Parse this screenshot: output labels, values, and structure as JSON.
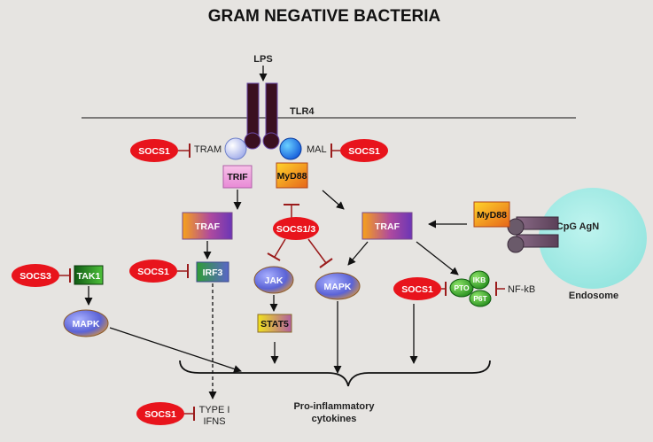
{
  "title": "GRAM NEGATIVE BACTERIA",
  "ligand": "LPS",
  "receptor": "TLR4",
  "adaptors": {
    "tram": "TRAM",
    "mal": "MAL",
    "trif": "TRIF",
    "myd88": "MyD88",
    "myd88_endosome": "MyD88"
  },
  "nodes": {
    "traf_left": "TRAF",
    "irf3": "IRF3",
    "traf_right": "TRAF",
    "jak": "JAK",
    "stat5": "STAT5",
    "mapk_center": "MAPK",
    "tak1": "TAK1",
    "mapk_left": "MAPK",
    "pto": "PTO",
    "ikb": "IKB",
    "p6t": "P6T",
    "nfkb": "NF-kB"
  },
  "socs": {
    "tram": "SOCS1",
    "mal": "SOCS1",
    "irf3": "SOCS1",
    "tak1": "SOCS3",
    "center": "SOCS1/3",
    "nfkb": "SOCS1",
    "ifns": "SOCS1"
  },
  "outputs": {
    "ifn_line1": "TYPE I",
    "ifn_line2": "IFNS",
    "cytokine_line1": "Pro-inflammatory",
    "cytokine_line2": "cytokines"
  },
  "endosome": {
    "ligand": "CpG AgN",
    "label": "Endosome"
  },
  "colors": {
    "background": "#e6e4e1",
    "socs_red": "#e8141c",
    "inhibit": "#9a1b1b",
    "receptor": "#3a1020",
    "endosome": "#a8ebe6",
    "node_green": "#3aa82a"
  }
}
